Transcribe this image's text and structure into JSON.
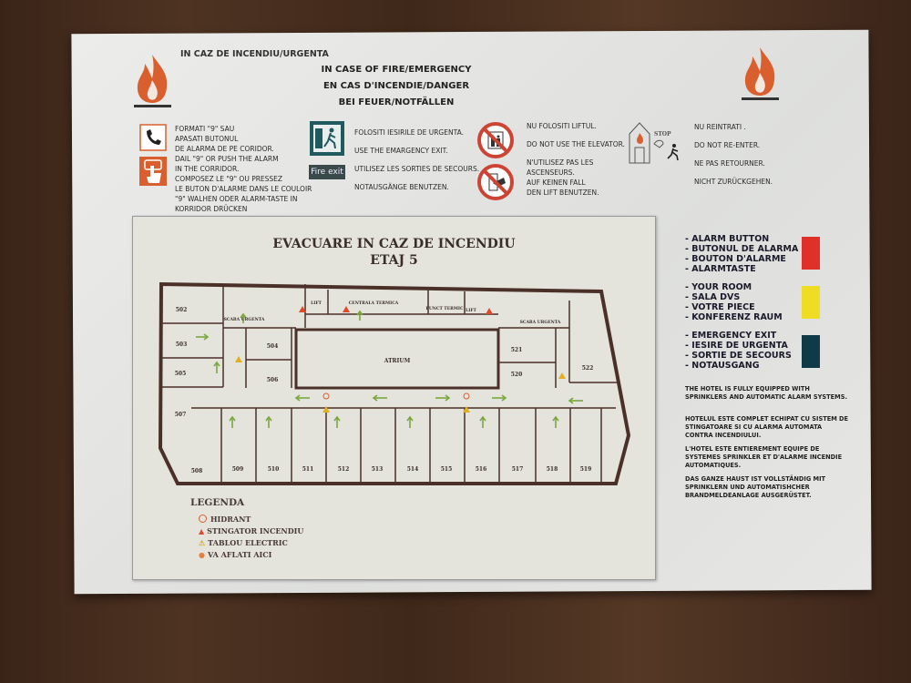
{
  "sign": {
    "top_left_title": "IN CAZ DE INCENDIU/URGENTA",
    "titles": [
      "IN CASE OF FIRE/EMERGENCY",
      "EN CAS D'INCENDIE/DANGER",
      "BEI FEUER/NOTFÄLLEN"
    ],
    "alarm_instructions": [
      "FORMATI \"9\" SAU",
      "APASATI BUTONUL",
      "DE ALARMA DE PE CORIDOR.",
      "DAIL \"9\" OR PUSH THE ALARM",
      "IN THE CORRIDOR.",
      "COMPOSEZ LE \"9\" OU PRESSEZ",
      "LE BUTON D'ALARME DANS LE COULOIR",
      "\"9\" WALHEN ODER ALARM-TASTE IN",
      "KORRIDOR DRÜCKEN"
    ],
    "exit_instructions": [
      "FOLOSITI IESIRILE DE URGENTA.",
      "USE THE EMARGENCY EXIT.",
      "UTILISEZ LES SORTIES DE SECOURS.",
      "NOTAUSGÄNGE BENUTZEN."
    ],
    "fire_exit_label": "Fire exit",
    "elevator_instructions": [
      "NU FOLOSITI LIFTUL.",
      "DO NOT USE THE ELEVATOR.",
      "N'UTILISEZ PAS LES",
      "ASCENSEURS.",
      "AUF KEINEN FALL",
      "DEN LIFT BENUTZEN."
    ],
    "reenter_instructions": [
      "NU REINTRATI .",
      "DO NOT RE-ENTER.",
      "NE PAS RETOURNER.",
      "NICHT ZURÜCKGEHEN."
    ],
    "stop_label": "STOP"
  },
  "map": {
    "title": "EVACUARE IN CAZ DE INCENDIU",
    "subtitle": "ETAJ 5",
    "rooms": [
      "502",
      "503",
      "505",
      "507",
      "508",
      "504",
      "506",
      "509",
      "510",
      "511",
      "512",
      "513",
      "514",
      "515",
      "516",
      "517",
      "518",
      "519",
      "520",
      "521",
      "522"
    ],
    "areas": [
      "SCARA URGENTA",
      "SCARA URGENTA",
      "LIFT",
      "LIFT",
      "CENTRALA TERMICA",
      "PUNCT TERMIC",
      "ATRIUM"
    ],
    "legend_title": "LEGENDA",
    "legend": [
      "HIDRANT",
      "STINGATOR INCENDIU",
      "TABLOU ELECTRIC",
      "VA AFLATI AICI"
    ]
  },
  "color_legend": [
    {
      "lines": [
        "- ALARM BUTTON",
        "- BUTONUL DE ALARMA",
        "- BOUTON D'ALARME",
        "- ALARMTASTE"
      ],
      "color": "#e0302a"
    },
    {
      "lines": [
        "- YOUR ROOM",
        "- SALA DVS",
        "- VOTRE PIECE",
        "- KONFERENZ RAUM"
      ],
      "color": "#eedd22"
    },
    {
      "lines": [
        "- EMERGENCY EXIT",
        "- IESIRE DE URGENTA",
        "- SORTIE DE SECOURS",
        "- NOTAUSGANG"
      ],
      "color": "#103a48"
    }
  ],
  "notes": [
    "THE HOTEL IS FULLY EQUIPPED WITH SPRINKLERS AND AUTOMATIC ALARM SYSTEMS.",
    "HOTELUL ESTE COMPLET ECHIPAT CU SISTEM DE STINGATOARE SI CU ALARMA AUTOMATA CONTRA INCENDIULUI.",
    "L'HOTEL ESTE ENTIEREMENT EQUIPE DE SYSTEMES SPRINKLER ET D'ALARME INCENDIE AUTOMATIQUES.",
    "DAS GANZE HAUST IST VOLLSTÄNDIG MIT SPRINKLERN UND AUTOMATISHCHER BRANDMELDEANLAGE AUSGERÜSTET."
  ]
}
